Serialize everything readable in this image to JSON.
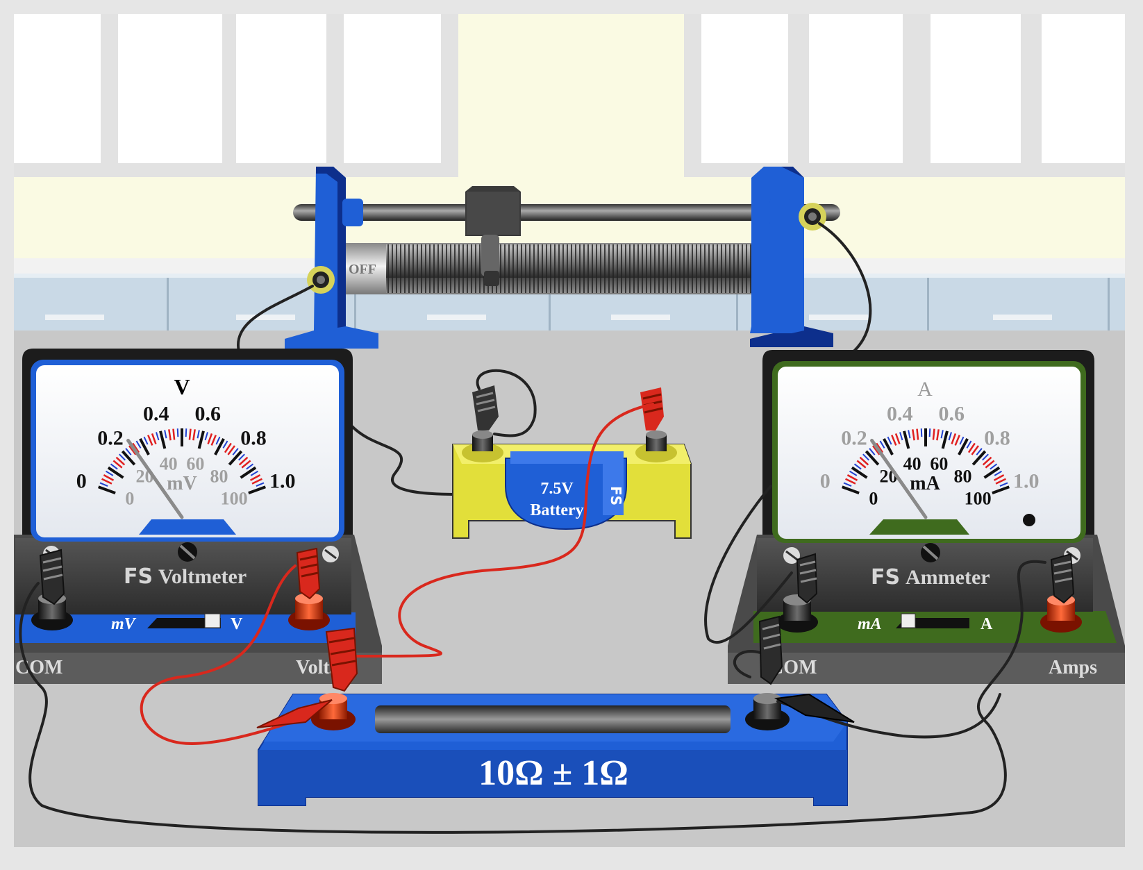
{
  "rheostat": {
    "label": "OFF"
  },
  "battery": {
    "line1": "7.5V",
    "line2": "Battery",
    "brand": "FS"
  },
  "resistor": {
    "label": "10Ω ± 1Ω"
  },
  "voltmeter": {
    "brand": "FS",
    "name": "Voltmeter",
    "unit_main": "V",
    "unit_sub": "mV",
    "range_left_label": "mV",
    "range_right_label": "V",
    "terminal_left": "COM",
    "terminal_right": "Volts",
    "scale_main": [
      "0",
      "0.2",
      "0.4",
      "0.6",
      "0.8",
      "1.0"
    ],
    "scale_sub": [
      "0",
      "20",
      "40",
      "60",
      "80",
      "100"
    ],
    "needle_value_main": 0.25,
    "selected_range": "mV"
  },
  "ammeter": {
    "brand": "FS",
    "name": "Ammeter",
    "unit_main": "A",
    "unit_sub": "mA",
    "range_left_label": "mA",
    "range_right_label": "A",
    "terminal_left": "COM",
    "terminal_right": "Amps",
    "scale_main": [
      "0",
      "0.2",
      "0.4",
      "0.6",
      "0.8",
      "1.0"
    ],
    "scale_sub": [
      "0",
      "20",
      "40",
      "60",
      "80",
      "100"
    ],
    "needle_value_sub": 25,
    "selected_range": "mA"
  },
  "colors": {
    "voltmeter_accent": "#1f5fd6",
    "ammeter_accent": "#3f6b1e",
    "battery_body": "#e2df3a",
    "resistor_body": "#1f5fd6",
    "lead_red": "#d9281d",
    "lead_black": "#222222"
  }
}
